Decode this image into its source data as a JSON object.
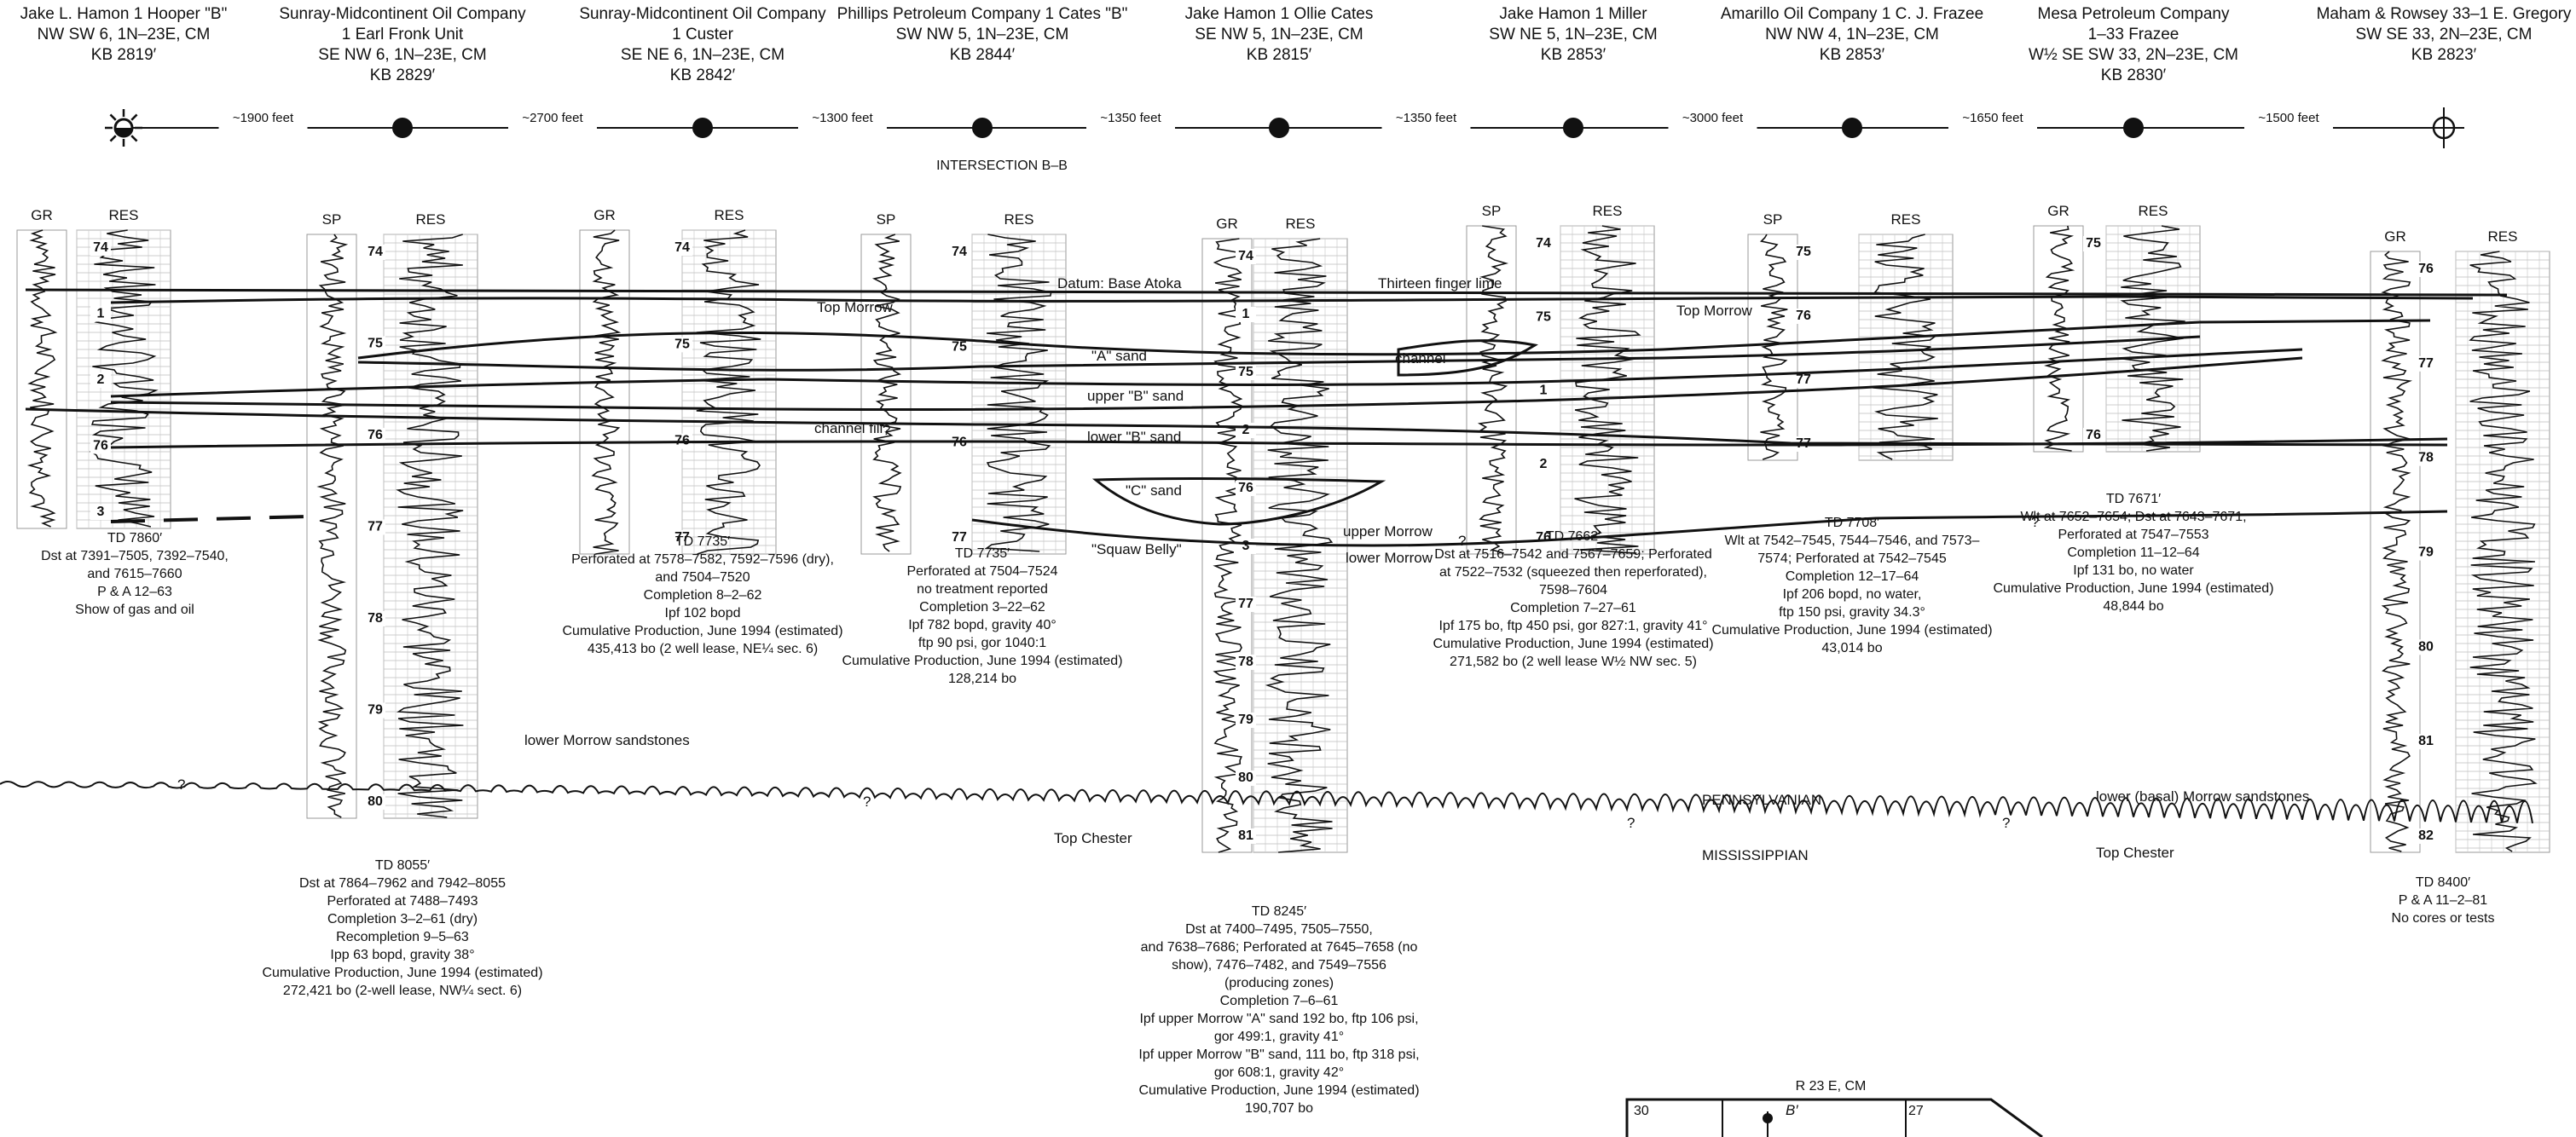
{
  "wells": [
    {
      "id": "w1",
      "name": "Jake L. Hamon 1 Hooper \"B\"",
      "loc": "NW SW 6, 1N–23E, CM",
      "kb": "KB 2819′",
      "symbol": "gas-oil-show",
      "td": [
        "TD 7860′",
        "Dst at 7391–7505, 7392–7540,",
        "and 7615–7660",
        "P & A 12–63",
        "Show of gas and oil"
      ],
      "tracks": [
        "GR",
        "RES"
      ],
      "depths": [
        "74",
        "1",
        "2",
        "76",
        "3"
      ]
    },
    {
      "id": "w2",
      "name": "Sunray-Midcontinent Oil Company",
      "name2": "1 Earl Fronk Unit",
      "loc": "SE NW 6, 1N–23E, CM",
      "kb": "KB 2829′",
      "symbol": "oil",
      "td": [
        "TD 8055′",
        "Dst at 7864–7962 and 7942–8055",
        "Perforated at 7488–7493",
        "Completion 3–2–61 (dry)",
        "Recompletion 9–5–63",
        "Ipp 63 bopd, gravity 38°",
        "Cumulative Production, June 1994 (estimated)",
        "272,421 bo (2-well lease, NW¼ sect. 6)"
      ],
      "tracks": [
        "SP",
        "RES"
      ],
      "depths": [
        "74",
        "75",
        "76",
        "77",
        "78",
        "79",
        "80"
      ]
    },
    {
      "id": "w3",
      "name": "Sunray-Midcontinent Oil Company",
      "name2": "1 Custer",
      "loc": "SE NE 6, 1N–23E, CM",
      "kb": "KB 2842′",
      "symbol": "oil",
      "td": [
        "TD 7735′",
        "Perforated at 7578–7582, 7592–7596 (dry),",
        "and 7504–7520",
        "Completion 8–2–62",
        "Ipf 102 bopd",
        "Cumulative Production, June 1994 (estimated)",
        "435,413 bo (2 well lease, NE¼ sec. 6)"
      ],
      "tracks": [
        "GR",
        "RES"
      ],
      "depths": [
        "74",
        "75",
        "76",
        "77"
      ]
    },
    {
      "id": "w4",
      "name": "Phillips Petroleum Company 1 Cates \"B\"",
      "loc": "SW NW 5, 1N–23E, CM",
      "kb": "KB 2844′",
      "symbol": "oil",
      "td": [
        "TD 7735′",
        "Perforated at 7504–7524",
        "no treatment reported",
        "Completion 3–22–62",
        "Ipf 782 bopd, gravity 40°",
        "ftp 90 psi, gor 1040:1",
        "Cumulative Production, June 1994 (estimated)",
        "128,214 bo"
      ],
      "tracks": [
        "SP",
        "RES"
      ],
      "depths": [
        "74",
        "75",
        "76",
        "77"
      ]
    },
    {
      "id": "w5",
      "name": "Jake Hamon 1 Ollie Cates",
      "loc": "SE NW 5, 1N–23E, CM",
      "kb": "KB 2815′",
      "symbol": "oil",
      "td": [
        "TD 8245′",
        "Dst at 7400–7495, 7505–7550,",
        "and 7638–7686; Perforated at 7645–7658 (no",
        "show), 7476–7482, and 7549–7556",
        "(producing zones)",
        "Completion 7–6–61",
        "Ipf upper Morrow \"A\" sand 192 bo, ftp 106 psi,",
        "gor 499:1, gravity 41°",
        "Ipf upper Morrow \"B\" sand, 111 bo, ftp 318 psi,",
        "gor 608:1, gravity 42°",
        "Cumulative Production, June 1994 (estimated)",
        "190,707 bo"
      ],
      "tracks": [
        "GR",
        "RES"
      ],
      "depths": [
        "74",
        "1",
        "75",
        "2",
        "76",
        "3",
        "77",
        "78",
        "79",
        "80",
        "81"
      ]
    },
    {
      "id": "w6",
      "name": "Jake Hamon 1 Miller",
      "loc": "SW NE 5, 1N–23E, CM",
      "kb": "KB 2853′",
      "symbol": "oil",
      "td": [
        "TD 7662′",
        "Dst at 7516–7542 and 7567–7659; Perforated",
        "at 7522–7532 (squeezed then reperforated),",
        "7598–7604",
        "Completion 7–27–61",
        "Ipf 175 bo, ftp 450 psi, gor 827:1, gravity 41°",
        "Cumulative Production, June 1994 (estimated)",
        "271,582 bo (2 well lease W½ NW sec. 5)"
      ],
      "tracks": [
        "SP",
        "RES"
      ],
      "depths": [
        "74",
        "75",
        "1",
        "2",
        "76"
      ]
    },
    {
      "id": "w7",
      "name": "Amarillo Oil Company 1 C. J. Frazee",
      "loc": "NW NW 4, 1N–23E, CM",
      "kb": "KB 2853′",
      "symbol": "oil",
      "td": [
        "TD 7708′",
        "Wlt at 7542–7545, 7544–7546, and 7573–",
        "7574; Perforated at 7542–7545",
        "Completion 12–17–64",
        "Ipf 206 bopd, no water,",
        "ftp 150 psi, gravity 34.3°",
        "Cumulative Production, June 1994 (estimated)",
        "43,014 bo"
      ],
      "tracks": [
        "SP",
        "RES"
      ],
      "depths": [
        "75",
        "76",
        "77",
        "77"
      ]
    },
    {
      "id": "w8",
      "name": "Mesa Petroleum Company",
      "name2": "1–33 Frazee",
      "loc": "W½ SE SW 33, 2N–23E, CM",
      "kb": "KB 2830′",
      "symbol": "oil",
      "td": [
        "TD 7671′",
        "Wlt at 7652–7654; Dst at 7643–7671;",
        "Perforated at 7547–7553",
        "Completion 11–12–64",
        "Ipf 131 bo, no water",
        "Cumulative Production, June 1994 (estimated)",
        "48,844 bo"
      ],
      "tracks": [
        "GR",
        "RES"
      ],
      "depths": [
        "75",
        "76"
      ]
    },
    {
      "id": "w9",
      "name": "Maham & Rowsey 33–1 E. Gregory",
      "loc": "SW SE 33, 2N–23E, CM",
      "kb": "KB 2823′",
      "symbol": "dry",
      "td": [
        "TD 8400′",
        "P & A 11–2–81",
        "No cores or tests"
      ],
      "tracks": [
        "GR",
        "RES"
      ],
      "depths": [
        "76",
        "77",
        "78",
        "79",
        "80",
        "81",
        "82"
      ]
    }
  ],
  "distances": [
    "~1900 feet",
    "~2700 feet",
    "~1300 feet",
    "~1350 feet",
    "~1350 feet",
    "~3000 feet",
    "~1650 feet",
    "~1500 feet"
  ],
  "intersection": "INTERSECTION B–B",
  "labels": {
    "datum": "Datum: Base Atoka",
    "thirteen": "Thirteen finger lime",
    "top_morrow": "Top Morrow",
    "top_morrow2": "Top Morrow",
    "a_sand": "\"A\" sand",
    "upper_b": "upper \"B\" sand",
    "lower_b": "lower \"B\" sand",
    "c_sand": "\"C\" sand",
    "channel": "channel",
    "channel_fill": "channel fill",
    "qmark": "?",
    "squaw": "\"Squaw Belly\"",
    "upper_morrow": "upper Morrow",
    "lower_morrow": "lower Morrow",
    "lower_morrow_ss": "lower Morrow sandstones",
    "lower_basal": "lower (basal) Morrow sandstones",
    "pennsylvanian": "PENNSYLVANIAN",
    "mississippian": "MISSISSIPPIAN",
    "top_chester": "Top Chester",
    "top_chester2": "Top Chester"
  },
  "map": {
    "title": "R 23 E, CM",
    "sec_a": "30",
    "sec_b": "27",
    "marker": "B′"
  }
}
